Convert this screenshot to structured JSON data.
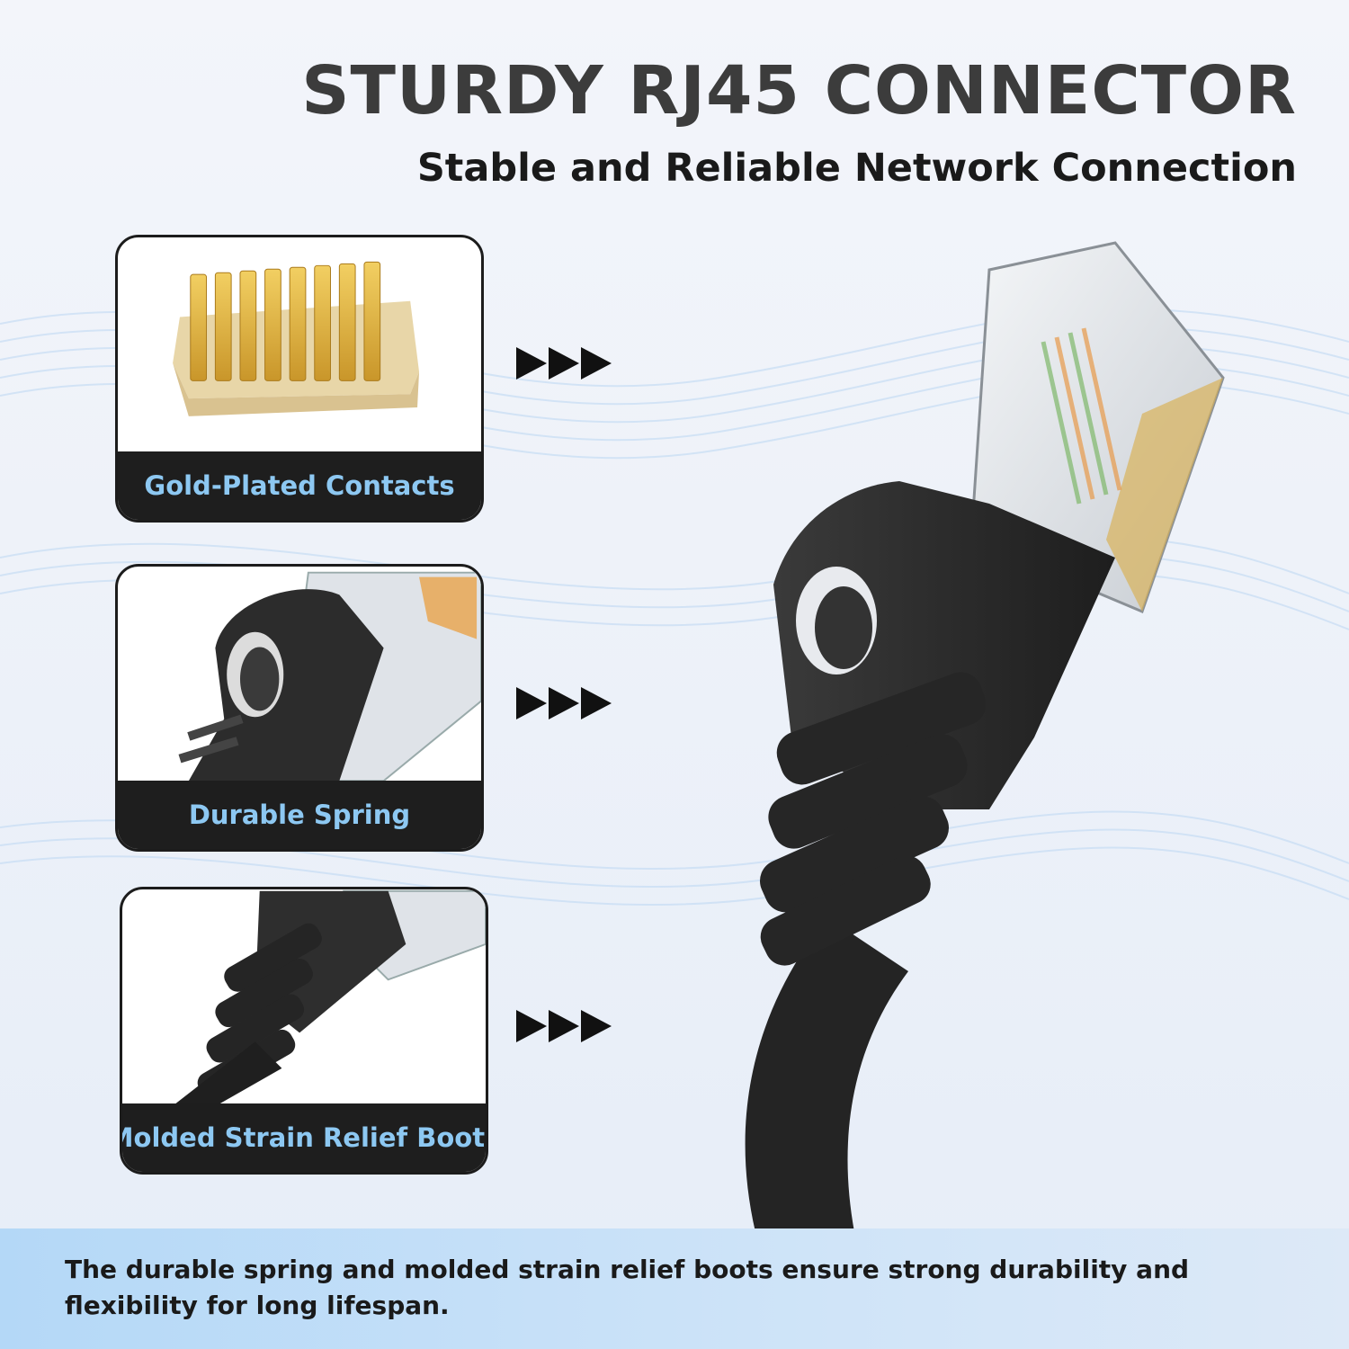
{
  "header": {
    "title": "STURDY RJ45 CONNECTOR",
    "subtitle": "Stable and Reliable Network Connection"
  },
  "features": [
    {
      "label": "Gold-Plated Contacts",
      "icon": "gold-contacts-image"
    },
    {
      "label": "Durable Spring",
      "icon": "connector-spring-image"
    },
    {
      "label": "Molded Strain Relief Boots",
      "icon": "strain-relief-boot-image"
    }
  ],
  "footer": {
    "text": "The durable spring and molded strain relief boots ensure strong durability and flexibility for long lifespan."
  },
  "colors": {
    "caption_text": "#8dc8f2",
    "caption_bg": "#1e1e1e",
    "footer_bg": "#b4d8f7",
    "connector": "#2b2b2b"
  }
}
